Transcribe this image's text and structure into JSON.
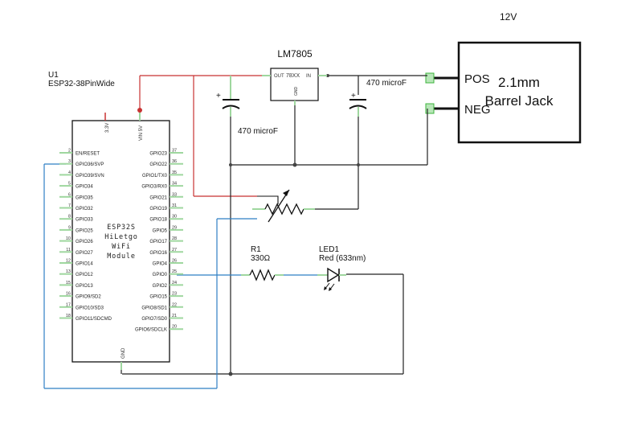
{
  "supply_label": "12V",
  "regulator": {
    "title": "LM7805",
    "part": "78XX",
    "pin_out": "OUT",
    "pin_in": "IN",
    "pin_gnd": "GND"
  },
  "capacitors": {
    "c_out": {
      "value": "470 microF",
      "polarity": "+"
    },
    "c_in": {
      "value": "470 microF",
      "polarity": "+"
    }
  },
  "barrel_jack": {
    "title_line1": "2.1mm",
    "title_line2": "Barrel Jack",
    "pos_label": "POS",
    "neg_label": "NEG"
  },
  "mcu": {
    "ref": "U1",
    "name": "ESP32-38PinWide",
    "top_pin_3v3": "3.3V",
    "top_pin_vin": "VIN 5V",
    "bottom_pin_gnd": "GND",
    "module_line1": "ESP32S",
    "module_line2": "HiLetgo",
    "module_line3": "WiFi",
    "module_line4": "Module",
    "left_pins": [
      {
        "num": "2",
        "name": "EN/RESET"
      },
      {
        "num": "3",
        "name": "GPIO36/SVP"
      },
      {
        "num": "4",
        "name": "GPIO39/SVN"
      },
      {
        "num": "5",
        "name": "GPIO34"
      },
      {
        "num": "6",
        "name": "GPIO35"
      },
      {
        "num": "7",
        "name": "GPIO32"
      },
      {
        "num": "8",
        "name": "GPIO33"
      },
      {
        "num": "9",
        "name": "GPIO25"
      },
      {
        "num": "10",
        "name": "GPIO26"
      },
      {
        "num": "11",
        "name": "GPIO27"
      },
      {
        "num": "12",
        "name": "GPIO14"
      },
      {
        "num": "13",
        "name": "GPIO12"
      },
      {
        "num": "15",
        "name": "GPIO13"
      },
      {
        "num": "16",
        "name": "GPIO9/SD2"
      },
      {
        "num": "17",
        "name": "GPIO10/SD3"
      },
      {
        "num": "18",
        "name": "GPIO11/SDCMD"
      }
    ],
    "right_pins": [
      {
        "num": "37",
        "name": "GPIO23"
      },
      {
        "num": "36",
        "name": "GPIO22"
      },
      {
        "num": "35",
        "name": "GPIO1/TX0"
      },
      {
        "num": "34",
        "name": "GPIO3/RX0"
      },
      {
        "num": "33",
        "name": "GPIO21"
      },
      {
        "num": "31",
        "name": "GPIO19"
      },
      {
        "num": "30",
        "name": "GPIO18"
      },
      {
        "num": "29",
        "name": "GPIO5"
      },
      {
        "num": "28",
        "name": "GPIO17"
      },
      {
        "num": "27",
        "name": "GPIO16"
      },
      {
        "num": "26",
        "name": "GPIO4"
      },
      {
        "num": "25",
        "name": "GPIO0"
      },
      {
        "num": "24",
        "name": "GPIO2"
      },
      {
        "num": "23",
        "name": "GPIO15"
      },
      {
        "num": "22",
        "name": "GPIO8/SD1"
      },
      {
        "num": "21",
        "name": "GPIO7/SD0"
      },
      {
        "num": "20",
        "name": "GPIO6/SDCLK"
      }
    ]
  },
  "resistor": {
    "ref": "R1",
    "value": "330Ω"
  },
  "led": {
    "ref": "LED1",
    "value": "Red (633nm)"
  },
  "colors": {
    "wire": "#222222",
    "power_net": "#c83232",
    "signal_net": "#2f7fc4",
    "pin_stub": "#9fd79f",
    "pin_dot": "#3cb43c",
    "junction": "#444444"
  }
}
